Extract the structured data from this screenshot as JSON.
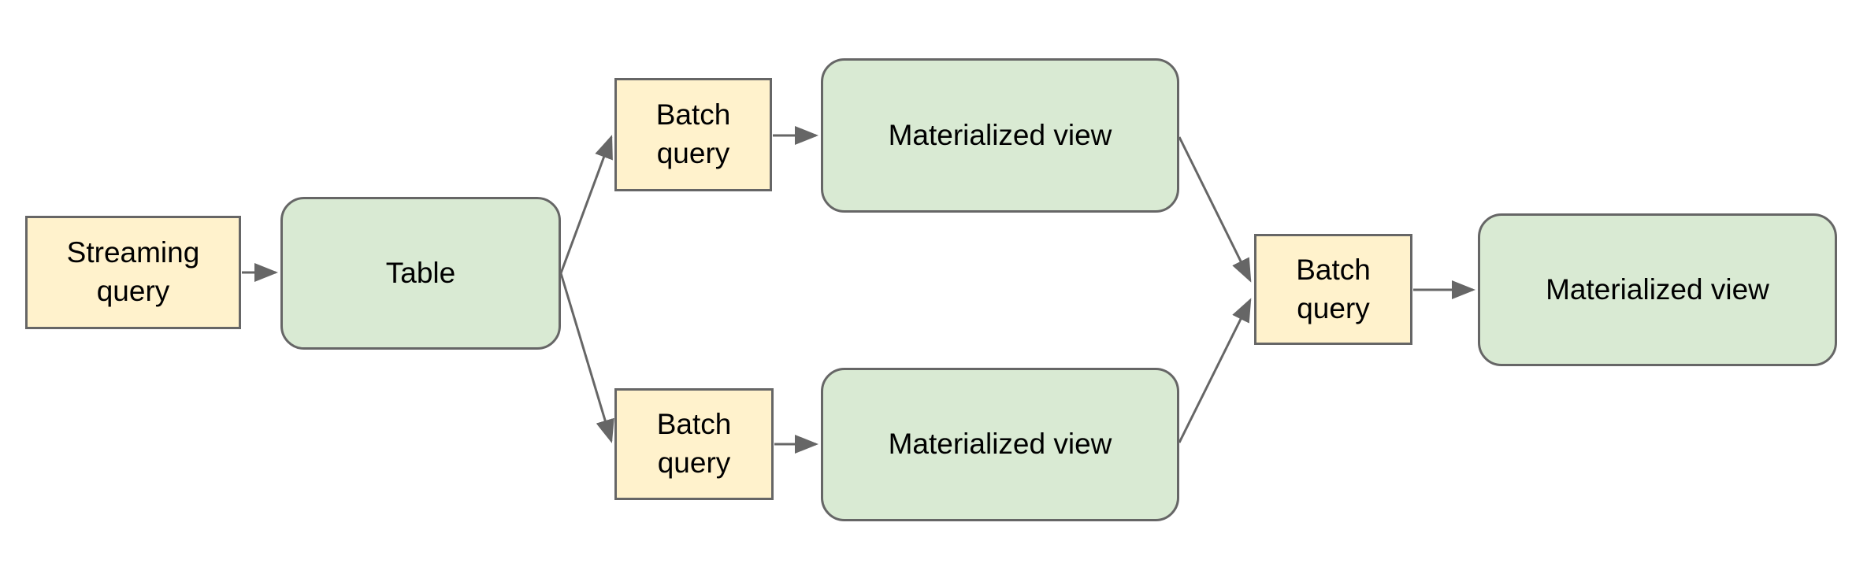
{
  "diagram": {
    "title": "streaming-to-materialized-view-pipeline",
    "colors": {
      "background": "#ffffff",
      "query_fill": "#fff2cc",
      "table_fill": "#d9ead3",
      "border": "#666666",
      "arrow": "#666666",
      "text": "#000000"
    },
    "nodes": [
      {
        "id": "streaming-query",
        "label": "Streaming query",
        "shape": "rectangle",
        "fill": "#fff2cc"
      },
      {
        "id": "table",
        "label": "Table",
        "shape": "rounded",
        "fill": "#d9ead3"
      },
      {
        "id": "batch-query-top",
        "label": "Batch query",
        "shape": "rectangle",
        "fill": "#fff2cc"
      },
      {
        "id": "materialized-view-top",
        "label": "Materialized view",
        "shape": "rounded",
        "fill": "#d9ead3"
      },
      {
        "id": "batch-query-bottom",
        "label": "Batch query",
        "shape": "rectangle",
        "fill": "#fff2cc"
      },
      {
        "id": "materialized-view-bottom",
        "label": "Materialized view",
        "shape": "rounded",
        "fill": "#d9ead3"
      },
      {
        "id": "batch-query-merge",
        "label": "Batch query",
        "shape": "rectangle",
        "fill": "#fff2cc"
      },
      {
        "id": "materialized-view-final",
        "label": "Materialized view",
        "shape": "rounded",
        "fill": "#d9ead3"
      }
    ],
    "edges": [
      {
        "from": "streaming-query",
        "to": "table"
      },
      {
        "from": "table",
        "to": "batch-query-top"
      },
      {
        "from": "table",
        "to": "batch-query-bottom"
      },
      {
        "from": "batch-query-top",
        "to": "materialized-view-top"
      },
      {
        "from": "batch-query-bottom",
        "to": "materialized-view-bottom"
      },
      {
        "from": "materialized-view-top",
        "to": "batch-query-merge"
      },
      {
        "from": "materialized-view-bottom",
        "to": "batch-query-merge"
      },
      {
        "from": "batch-query-merge",
        "to": "materialized-view-final"
      }
    ]
  }
}
